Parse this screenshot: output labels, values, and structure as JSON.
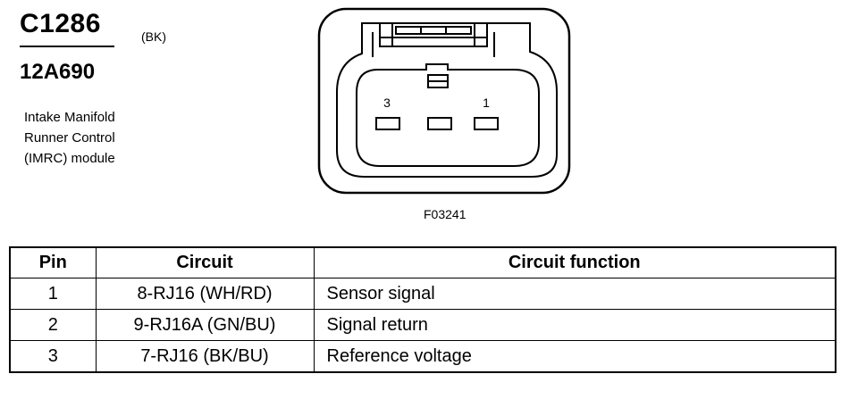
{
  "connector": {
    "id": "C1286",
    "color_code": "(BK)",
    "part_number": "12A690",
    "description_lines": [
      "Intake Manifold",
      "Runner Control",
      "(IMRC) module"
    ]
  },
  "diagram": {
    "figure_code": "F03241",
    "pin_labels": {
      "left": "3",
      "right": "1"
    }
  },
  "table": {
    "headers": {
      "pin": "Pin",
      "circuit": "Circuit",
      "function": "Circuit function"
    },
    "rows": [
      {
        "pin": "1",
        "circuit": "8-RJ16 (WH/RD)",
        "function": "Sensor signal"
      },
      {
        "pin": "2",
        "circuit": "9-RJ16A (GN/BU)",
        "function": "Signal return"
      },
      {
        "pin": "3",
        "circuit": "7-RJ16 (BK/BU)",
        "function": "Reference voltage"
      }
    ]
  }
}
